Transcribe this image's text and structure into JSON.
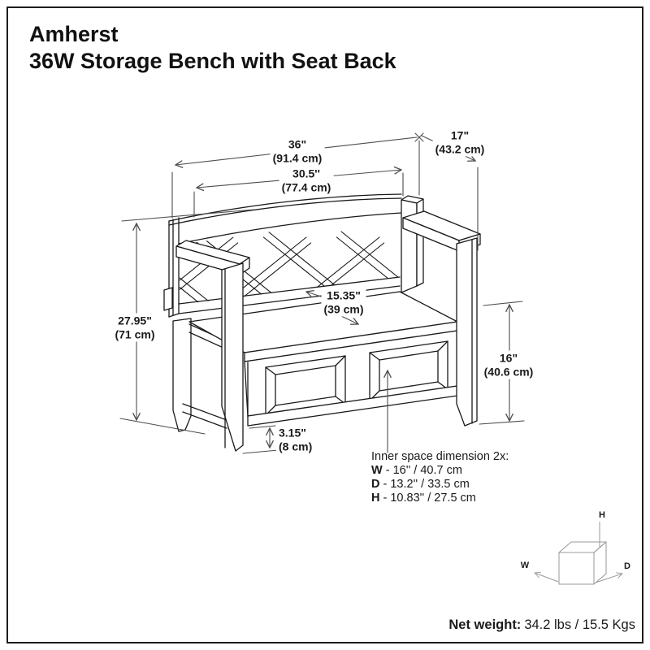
{
  "title": {
    "line1": "Amherst",
    "line2": "36W Storage Bench with Seat Back"
  },
  "dimensions": {
    "width": {
      "in": "36\"",
      "cm": "(91.4 cm)"
    },
    "inner_width": {
      "in": "30.5''",
      "cm": "(77.4 cm)"
    },
    "depth": {
      "in": "17\"",
      "cm": "(43.2 cm)"
    },
    "height": {
      "in": "27.95\"",
      "cm": "(71 cm)"
    },
    "seat_depth": {
      "in": "15.35\"",
      "cm": "(39 cm)"
    },
    "seat_height": {
      "in": "16\"",
      "cm": "(40.6 cm)"
    },
    "clearance": {
      "in": "3.15\"",
      "cm": "(8 cm)"
    }
  },
  "inner_space": {
    "heading": "Inner space dimension 2x:",
    "rows": [
      {
        "key": "W",
        "value": "- 16'' / 40.7 cm"
      },
      {
        "key": "D",
        "value": "- 13.2'' / 33.5 cm"
      },
      {
        "key": "H",
        "value": "- 10.83'' / 27.5 cm"
      }
    ]
  },
  "axis_cube": {
    "h": "H",
    "w": "W",
    "d": "D"
  },
  "net_weight": {
    "label": "Net weight:",
    "value": "34.2 lbs / 15.5 Kgs"
  },
  "colors": {
    "drawing_line": "#1a1a1a",
    "dimension_line": "#4d4d4d",
    "cube_line": "#999999",
    "background": "#ffffff"
  }
}
